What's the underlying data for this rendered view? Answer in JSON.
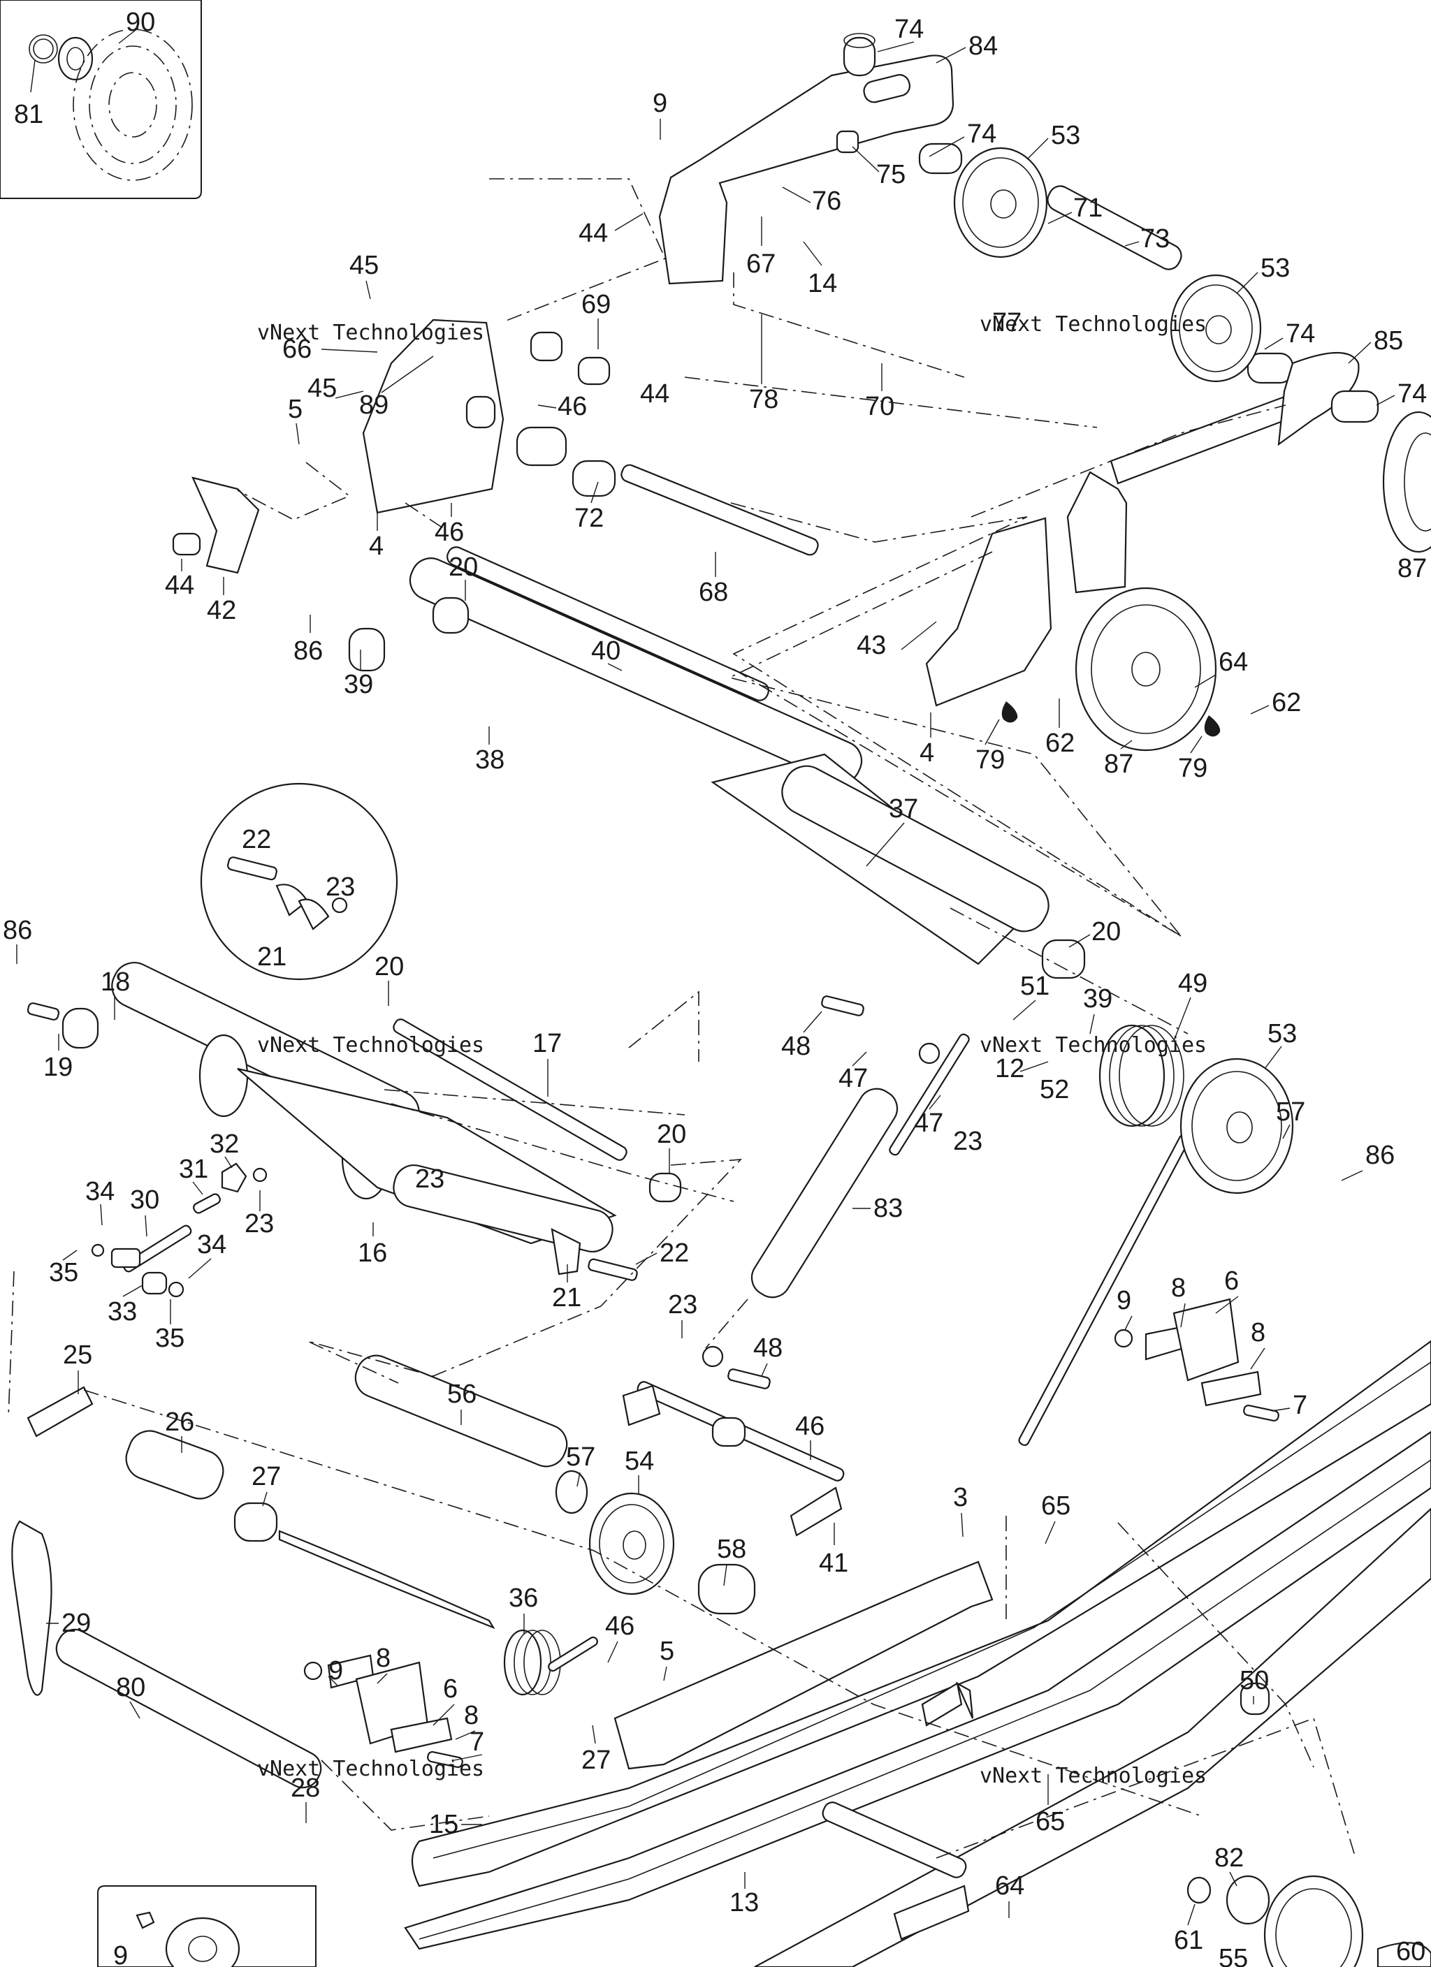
{
  "watermark": "vNext Technologies",
  "callouts": {
    "c90": "90",
    "c81": "81",
    "c74a": "74",
    "c84": "84",
    "c9a": "9",
    "c74b": "74",
    "c53a": "53",
    "c75": "75",
    "c76": "76",
    "c71": "71",
    "c44a": "44",
    "c67": "67",
    "c14": "14",
    "c73": "73",
    "c45a": "45",
    "c69": "69",
    "c53b": "53",
    "c66": "66",
    "c77": "77",
    "c74c": "74",
    "c85": "85",
    "c45b": "45",
    "c89": "89",
    "c46a": "46",
    "c44b": "44",
    "c78": "78",
    "c70": "70",
    "c74d": "74",
    "c5a": "5",
    "c72": "72",
    "c46b": "46",
    "c4a": "4",
    "c44c": "44",
    "c42": "42",
    "c68": "68",
    "c87a": "87",
    "c20a": "20",
    "c40": "40",
    "c86a": "86",
    "c39a": "39",
    "c43": "43",
    "c64a": "64",
    "c62a": "62",
    "c62b": "62",
    "c38": "38",
    "c4b": "4",
    "c79a": "79",
    "c87b": "87",
    "c79b": "79",
    "c22a": "22",
    "c23a": "23",
    "c21a": "21",
    "c37": "37",
    "c20b": "20",
    "c86b": "86",
    "c18": "18",
    "c20c": "20",
    "c51": "51",
    "c39b": "39",
    "c49": "49",
    "c19": "19",
    "c17": "17",
    "c48a": "48",
    "c47a": "47",
    "c12": "12",
    "c52": "52",
    "c53c": "53",
    "c47b": "47",
    "c23b": "23",
    "c57a": "57",
    "c32": "32",
    "c31": "31",
    "c20d": "20",
    "c86c": "86",
    "c34a": "34",
    "c30": "30",
    "c23c": "23",
    "c83": "83",
    "c23d": "23",
    "c16": "16",
    "c34b": "34",
    "c22b": "22",
    "c35a": "35",
    "c21b": "21",
    "c33": "33",
    "c35b": "35",
    "c9b": "9",
    "c8a": "8",
    "c6a": "6",
    "c8b": "8",
    "c23e": "23",
    "c48b": "48",
    "c7a": "7",
    "c25": "25",
    "c56": "56",
    "c26": "26",
    "c46c": "46",
    "c57b": "57",
    "c54": "54",
    "c27a": "27",
    "c3": "3",
    "c65a": "65",
    "c41": "41",
    "c58": "58",
    "c29": "29",
    "c36": "36",
    "c46d": "46",
    "c5b": "5",
    "c8c": "8",
    "c9c": "9",
    "c80": "80",
    "c6b": "6",
    "c50": "50",
    "c8d": "8",
    "c7b": "7",
    "c27b": "27",
    "c28": "28",
    "c65b": "65",
    "c15": "15",
    "c82": "82",
    "c13": "13",
    "c64b": "64",
    "c61": "61",
    "c9d": "9",
    "c55": "55",
    "c60": "60"
  }
}
